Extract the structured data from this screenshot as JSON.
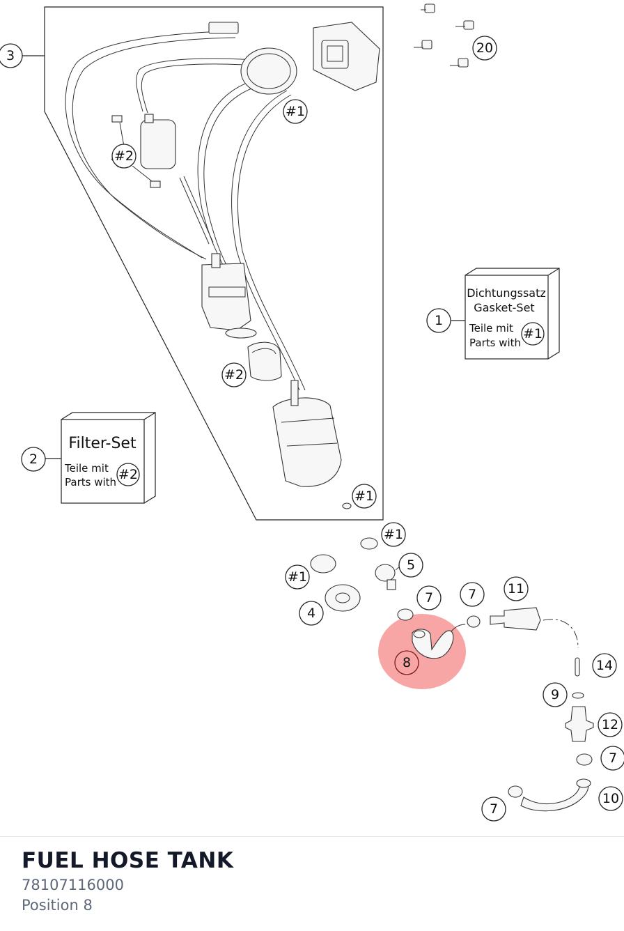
{
  "diagram": {
    "callouts": {
      "c1": "1",
      "c2": "2",
      "c3": "3",
      "c4": "4",
      "c5": "5",
      "c7a": "7",
      "c7b": "7",
      "c7c": "7",
      "c7d": "7",
      "c8": "8",
      "c9": "9",
      "c10": "10",
      "c11": "11",
      "c12": "12",
      "c14": "14",
      "c20": "20",
      "h1a": "#1",
      "h1b": "#1",
      "h1c": "#1",
      "h1d": "#1",
      "h2a": "#2",
      "h2b": "#2"
    },
    "gasket_box": {
      "title_de": "Dichtungssatz",
      "title_en": "Gasket-Set",
      "parts_de": "Teile mit",
      "parts_en": "Parts with",
      "tag": "#1"
    },
    "filter_box": {
      "title": "Filter-Set",
      "parts_de": "Teile mit",
      "parts_en": "Parts with",
      "tag": "#2"
    },
    "highlight_color": "#f7a5a5"
  },
  "part": {
    "title": "FUEL HOSE TANK",
    "number": "78107116000",
    "position": "Position 8"
  }
}
